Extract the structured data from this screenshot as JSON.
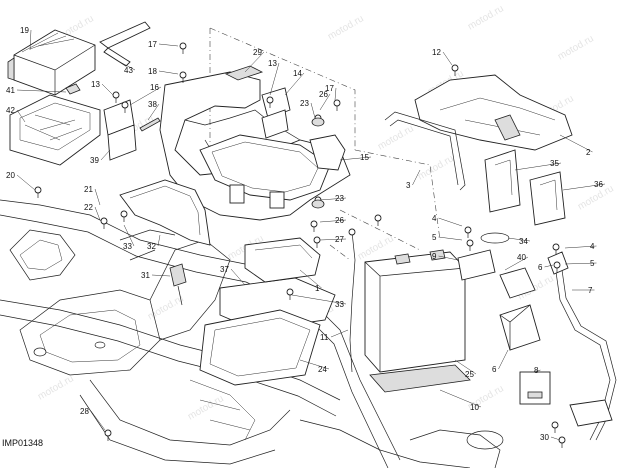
{
  "diagram_code": "IMP01348",
  "watermark": "motod.ru",
  "callouts": [
    "1",
    "2",
    "3",
    "4",
    "4",
    "5",
    "5",
    "6",
    "6",
    "7",
    "8",
    "9",
    "10",
    "11",
    "12",
    "13",
    "13",
    "14",
    "15",
    "16",
    "17",
    "17",
    "18",
    "19",
    "20",
    "21",
    "22",
    "23",
    "23",
    "24",
    "25",
    "26",
    "26",
    "27",
    "28",
    "29",
    "30",
    "31",
    "32",
    "33",
    "33",
    "34",
    "35",
    "36",
    "37",
    "38",
    "39",
    "40",
    "41",
    "42",
    "43"
  ]
}
